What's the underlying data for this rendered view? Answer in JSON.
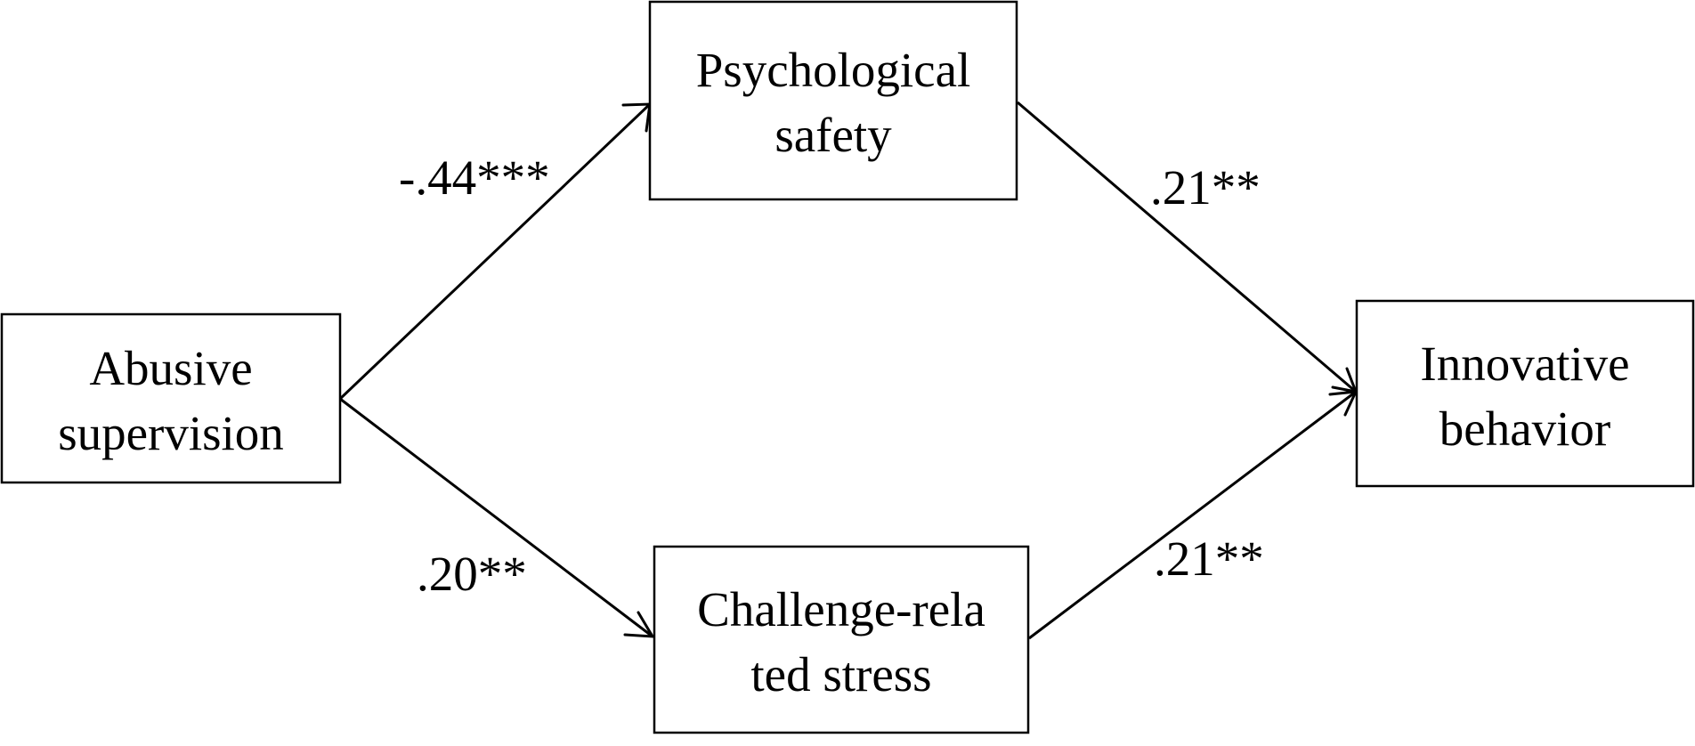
{
  "nodes": {
    "abusive_supervision": {
      "line1": "Abusive",
      "line2": "supervision"
    },
    "psychological_safety": {
      "line1": "Psychological",
      "line2": "safety"
    },
    "challenge_stress": {
      "line1": "Challenge-rela",
      "line2": "ted stress"
    },
    "innovative_behavior": {
      "line1": "Innovative",
      "line2": "behavior"
    }
  },
  "edges": {
    "abusive_to_safety": ".44***",
    "abusive_to_stress": ".20**",
    "safety_to_innovative": ".21**",
    "stress_to_innovative": ".21**"
  },
  "edges_prefix": {
    "abusive_to_safety": "-"
  }
}
